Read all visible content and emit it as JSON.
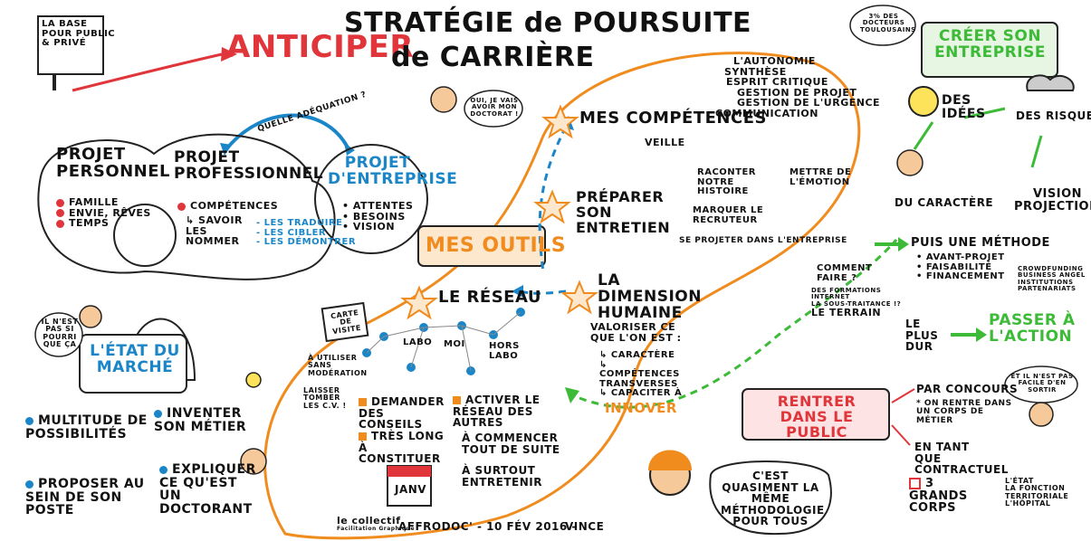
{
  "header": {
    "title_line1": "STRATÉGIE de POURSUITE",
    "title_line2": "de CARRIÈRE",
    "anticiper": "ANTICIPER",
    "signpost": [
      "LA BASE",
      "POUR PUBLIC",
      "& PRIVÉ"
    ]
  },
  "left": {
    "projet_personnel": "PROJET PERSONNEL",
    "projet_personnel_items": [
      "FAMILLE",
      "ENVIE, RÊVES",
      "TEMPS"
    ],
    "projet_professionnel": "PROJET PROFESSIONNEL",
    "competences": "COMPÉTENCES",
    "savoir_nommer": "↳ SAVOIR LES NOMMER",
    "traduire_items": [
      "- LES TRADUIRE",
      "- LES CIBLER",
      "- LES DÉMONTRER"
    ],
    "quelle_adequation": "QUELLE ADÉQUATION ?",
    "projet_entreprise": "PROJET D'ENTREPRISE",
    "projet_entreprise_items": [
      "ATTENTES",
      "BESOINS",
      "VISION"
    ],
    "bubble_pourri": "IL N'EST PAS SI POURRI QUE ÇA",
    "etat_marche": "L'ÉTAT DU MARCHÉ",
    "multitude": "MULTITUDE DE POSSIBILITÉS",
    "proposer": "PROPOSER AU SEIN DE SON POSTE",
    "inventer": "INVENTER SON MÉTIER",
    "expliquer": "EXPLIQUER CE QU'EST UN DOCTORANT"
  },
  "center": {
    "mes_outils": "MES OUTILS",
    "reseau": "LE RÉSEAU",
    "carte_visite": "CARTE DE VISITE",
    "a_utiliser": "À UTILISER SANS MODÉRATION",
    "laisser_tomber": "LAISSER TOMBER LES C.V. !",
    "network_labels": [
      "LABO",
      "MOI",
      "HORS LABO"
    ],
    "demander": "DEMANDER DES CONSEILS",
    "activer": "ACTIVER LE RÉSEAU DES AUTRES",
    "tres_long": "TRÈS LONG À CONSTITUER",
    "commencer": "À COMMENCER TOUT DE SUITE",
    "entretenir": "À SURTOUT ENTRETENIR",
    "calendar": "JANV",
    "bubble_doctorat": "OUI, JE VAIS AVOIR MON DOCTORAT !",
    "mes_competences": "MES COMPÉTENCES",
    "competences_items": [
      "L'AUTONOMIE",
      "SYNTHÈSE",
      "ESPRIT CRITIQUE",
      "GESTION DE PROJET",
      "GESTION DE L'URGENCE",
      "COMMUNICATION"
    ],
    "veille": "VEILLE",
    "preparer": "PRÉPARER SON ENTRETIEN",
    "preparer_items": [
      "RACONTER NOTRE HISTOIRE",
      "METTRE DE L'ÉMOTION",
      "MARQUER LE RECRUTEUR",
      "SE PROJETER DANS L'ENTREPRISE"
    ],
    "dimension": "LA DIMENSION HUMAINE",
    "valoriser": "VALORISER CE QUE L'ON EST :",
    "valoriser_items": [
      "↳ CARACTÈRE",
      "↳ COMPÉTENCES TRANSVERSES",
      "↳ CAPACITER À"
    ],
    "innover": "INNOVER"
  },
  "right": {
    "stat_bubble": "3% DES DOCTEURS TOULOUSAINS",
    "creer": "CRÉER SON ENTREPRISE",
    "des_idees": "DES IDÉES",
    "des_risques": "DES RISQUES",
    "du_caractere": "DU CARACTÈRE",
    "vision": "VISION PROJECTION",
    "puis_methode": "PUIS UNE MÉTHODE",
    "methode_items": [
      "AVANT-PROJET",
      "FAISABILITÉ",
      "FINANCEMENT"
    ],
    "financement_list": [
      "CROWDFUNDING",
      "BUSINESS ANGEL",
      "INSTITUTIONS",
      "PARTENARIATS"
    ],
    "comment_faire": "COMMENT FAIRE ?",
    "comment_items": [
      "DES FORMATIONS",
      "INTERNET",
      "LA SOUS-TRAITANCE !?",
      "LE TERRAIN"
    ],
    "le_plus_dur": "LE PLUS DUR",
    "passer_action": "PASSER À L'ACTION",
    "rentrer_public": "RENTRER DANS LE PUBLIC",
    "par_concours": "PAR CONCOURS",
    "on_rentre": "* ON RENTRE DANS UN CORPS DE MÉTIER",
    "bubble_facile": "ET IL N'EST PAS FACILE D'EN SORTIR",
    "contractuel": "EN TANT QUE CONTRACTUEL",
    "trois_corps": "3 GRANDS CORPS",
    "corps_items": [
      "L'ÉTAT",
      "LA FONCTION TERRITORIALE",
      "L'HÔPITAL"
    ],
    "quasiment": "C'EST QUASIMENT LA MÊME MÉTHODOLOGIE POUR TOUS"
  },
  "footer": {
    "logo": "le collectif",
    "logo_sub": "Facilitation Graphique",
    "event": "AFFRODOC' - 10 FÉV 2016 -",
    "signature": "VINCE"
  }
}
